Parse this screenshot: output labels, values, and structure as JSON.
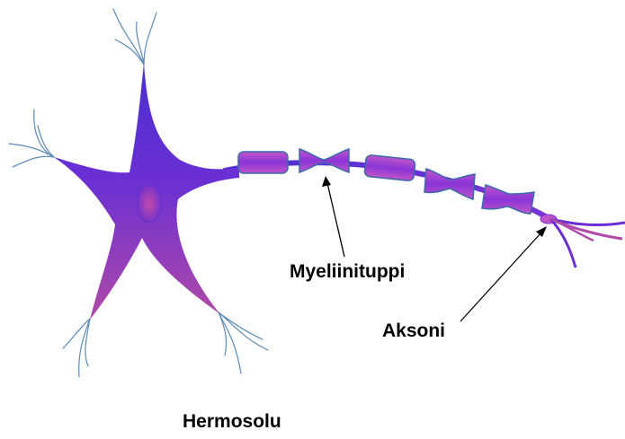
{
  "labels": {
    "myelin_sheath": "Myeliinituppi",
    "axon": "Aksoni",
    "nerve_cell": "Hermosolu"
  },
  "colors": {
    "cell_purple": "#7b2fd6",
    "cell_magenta": "#b04aa8",
    "cell_blue": "#3a3ad0",
    "dendrite_line": "#5b8bb5",
    "sheath_outline": "#3b6aa8",
    "arrow": "#000000",
    "text": "#000000",
    "background": "#ffffff"
  },
  "icons": {
    "soma": "neuron-cell-body",
    "nucleus": "cell-nucleus",
    "myelin": "myelin-sheath-segment",
    "terminal": "axon-terminal"
  }
}
